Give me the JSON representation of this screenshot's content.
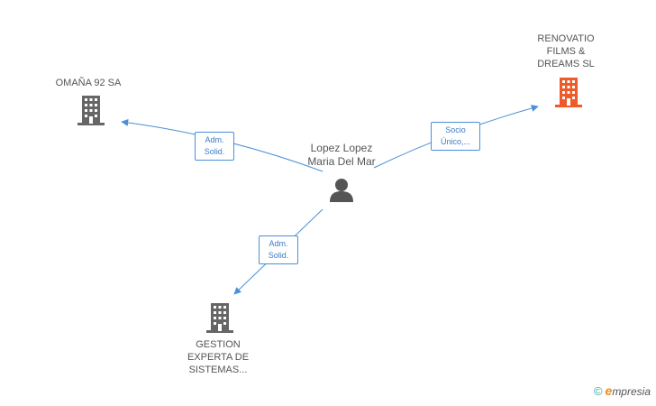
{
  "diagram": {
    "nodes": {
      "omana": {
        "label": "OMAÑA 92 SA",
        "icon": "building-icon",
        "color": "#666666"
      },
      "renovatio": {
        "label_lines": [
          "RENOVATIO",
          "FILMS &",
          "DREAMS SL"
        ],
        "icon": "building-icon",
        "color": "#f05a28"
      },
      "person": {
        "label_lines": [
          "Lopez Lopez",
          "Maria Del Mar"
        ],
        "icon": "person-icon",
        "color": "#555555"
      },
      "gestion": {
        "label_lines": [
          "GESTION",
          "EXPERTA DE",
          "SISTEMAS..."
        ],
        "icon": "building-icon",
        "color": "#666666"
      }
    },
    "edges": {
      "to_omana": {
        "label_lines": [
          "Adm.",
          "Solid."
        ]
      },
      "to_renovatio": {
        "label_lines": [
          "Socio",
          "Único,..."
        ]
      },
      "to_gestion": {
        "label_lines": [
          "Adm.",
          "Solid."
        ]
      }
    },
    "edge_color": "#4a90d9"
  },
  "footer": {
    "copyright": "©",
    "brand_first": "e",
    "brand_rest": "mpresia"
  }
}
